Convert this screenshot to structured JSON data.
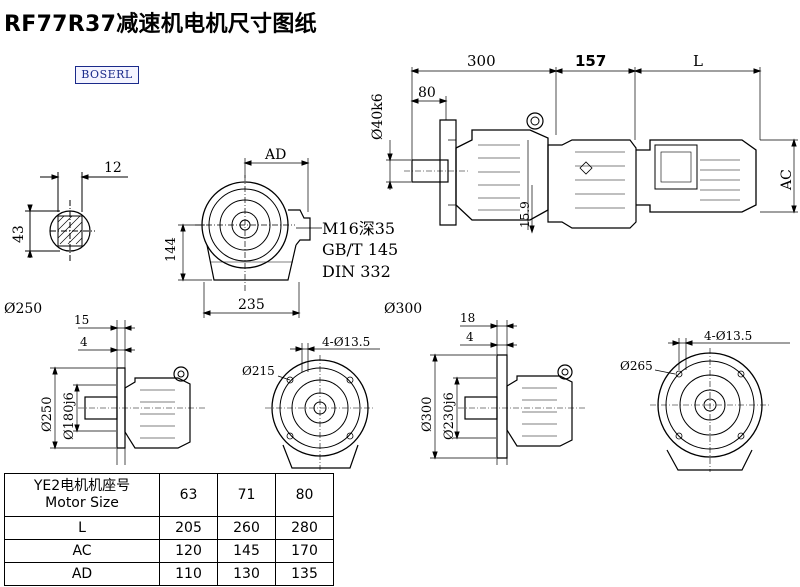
{
  "title": "RF77R37减速机电机尺寸图纸",
  "logo_text": "BOSERL",
  "side_view": {
    "dim_300": "300",
    "dim_157": "157",
    "dim_L": "L",
    "dim_80": "80",
    "dim_shaft_dia": "Ø40k6",
    "dim_AC": "AC",
    "dim_15_9": "15.9"
  },
  "front_view": {
    "dim_AD": "AD",
    "dim_144": "144",
    "dim_235": "235",
    "thread": "M16深35",
    "standard_gb": "GB/T 145",
    "standard_din": "DIN 332"
  },
  "keyway_view": {
    "dim_12": "12",
    "dim_43": "43"
  },
  "flange_250": {
    "label": "Ø250",
    "dim_15": "15",
    "dim_4": "4",
    "dim_outer": "Ø250",
    "dim_spigot": "Ø180j6",
    "dim_pcd": "Ø215",
    "dim_holes": "4-Ø13.5"
  },
  "flange_300": {
    "label": "Ø300",
    "dim_18": "18",
    "dim_4": "4",
    "dim_outer": "Ø300",
    "dim_spigot": "Ø230j6",
    "dim_pcd": "Ø265",
    "dim_holes": "4-Ø13.5"
  },
  "table": {
    "header_cn": "YE2电机机座号",
    "header_en": "Motor Size",
    "sizes": [
      "63",
      "71",
      "80"
    ],
    "rows": [
      {
        "label": "L",
        "values": [
          "205",
          "260",
          "280"
        ]
      },
      {
        "label": "AC",
        "values": [
          "120",
          "145",
          "170"
        ]
      },
      {
        "label": "AD",
        "values": [
          "110",
          "130",
          "135"
        ]
      }
    ]
  }
}
